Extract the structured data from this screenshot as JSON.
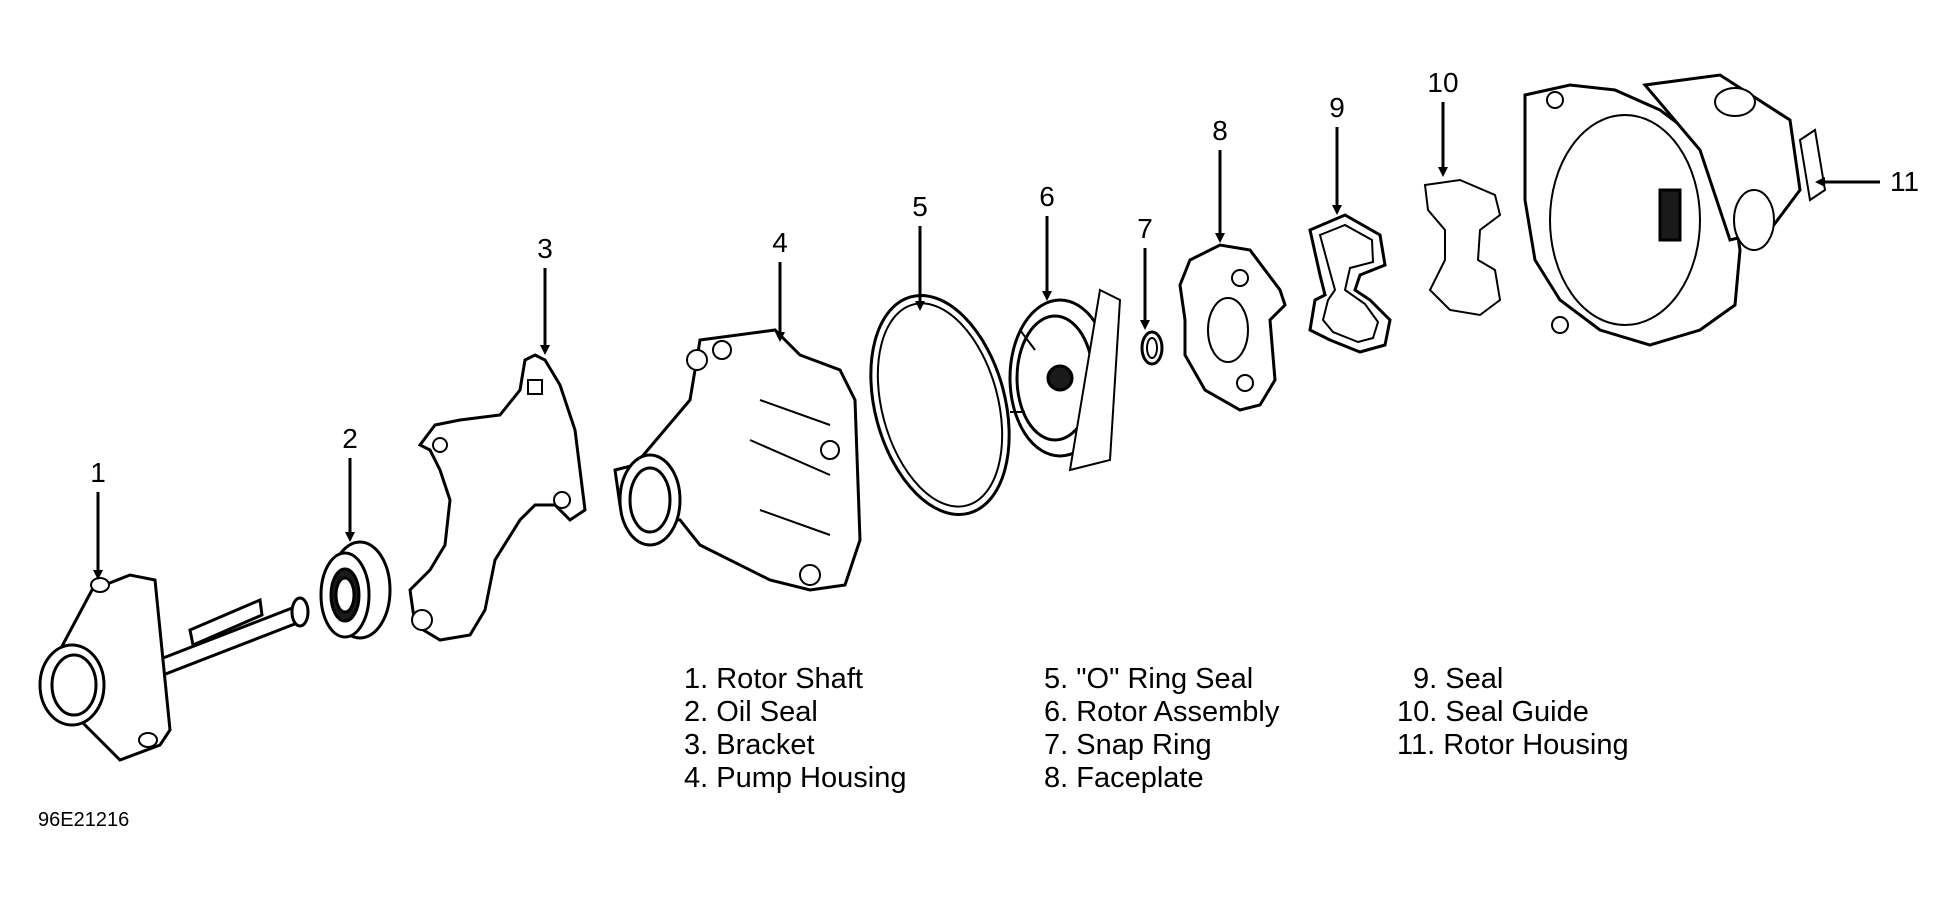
{
  "callouts": [
    "1",
    "2",
    "3",
    "4",
    "5",
    "6",
    "7",
    "8",
    "9",
    "10",
    "11"
  ],
  "legend": {
    "col1": [
      "1. Rotor Shaft",
      "2. Oil Seal",
      "3. Bracket",
      "4. Pump Housing"
    ],
    "col2": [
      "5. \"O\" Ring Seal",
      "6. Rotor Assembly",
      "7. Snap Ring",
      "8. Faceplate"
    ],
    "col3": [
      "9. Seal",
      "10. Seal Guide",
      "11. Rotor Housing"
    ]
  },
  "figure_id": "96E21216"
}
